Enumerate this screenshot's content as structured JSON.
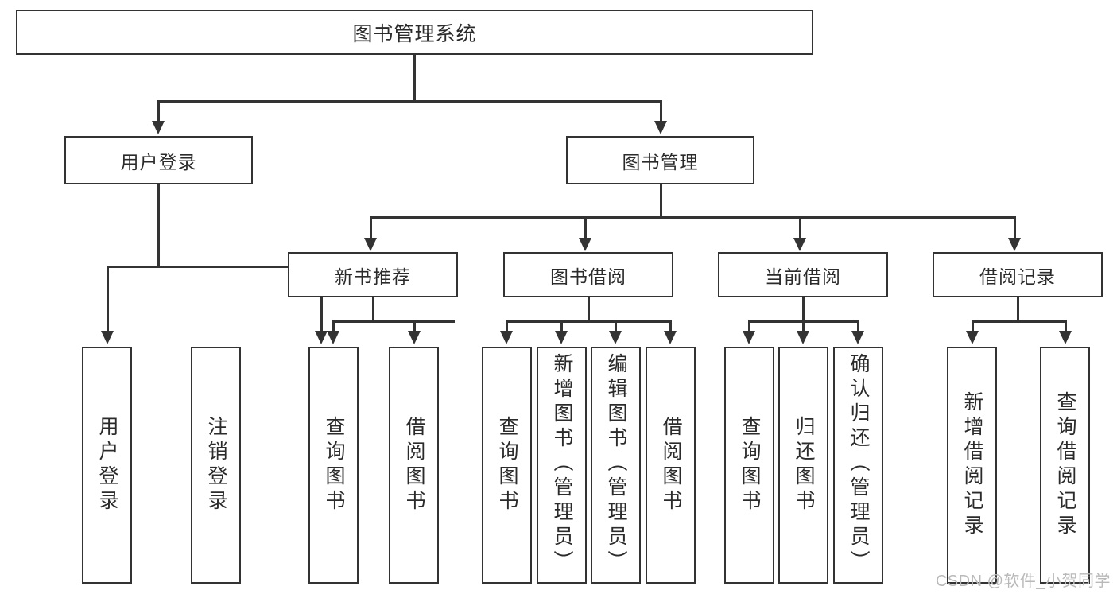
{
  "diagram": {
    "title": "图书管理系统",
    "root": {
      "label": "图书管理系统"
    },
    "level1": [
      {
        "label": "用户登录"
      },
      {
        "label": "图书管理"
      }
    ],
    "level2": [
      {
        "label": "新书推荐"
      },
      {
        "label": "图书借阅"
      },
      {
        "label": "当前借阅"
      },
      {
        "label": "借阅记录"
      }
    ],
    "leaves": [
      {
        "label": "用户登录"
      },
      {
        "label": "注销登录"
      },
      {
        "label": "查询图书"
      },
      {
        "label": "借阅图书"
      },
      {
        "label": "查询图书"
      },
      {
        "label": "新增图书（管理员）"
      },
      {
        "label": "编辑图书（管理员）"
      },
      {
        "label": "借阅图书"
      },
      {
        "label": "查询图书"
      },
      {
        "label": "归还图书"
      },
      {
        "label": "确认归还（管理员）"
      },
      {
        "label": "新增借阅记录"
      },
      {
        "label": "查询借阅记录"
      }
    ]
  },
  "watermark": {
    "text": "CSDN @软件_小贺同学"
  },
  "colors": {
    "stroke": "#333333",
    "text": "#2b2b2b",
    "background": "#ffffff",
    "watermark": "#b9b9b9"
  }
}
